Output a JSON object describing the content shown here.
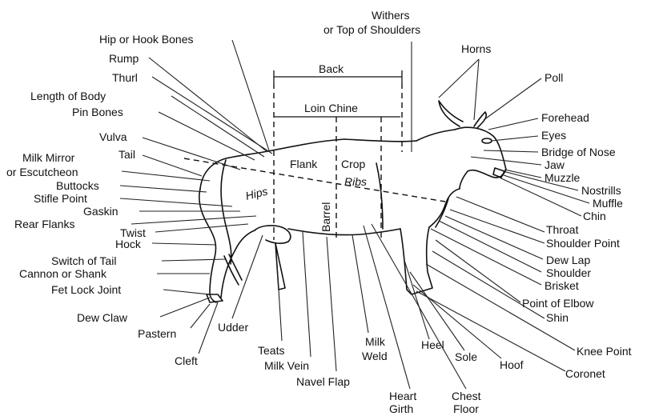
{
  "diagram": {
    "colors": {
      "ink": "#111111",
      "background": "#ffffff"
    },
    "measure_labels": {
      "back": "Back",
      "loin_chine": "Loin  Chine"
    },
    "body_labels": {
      "flank": "Flank",
      "crop": "Crop",
      "ribs": "Ribs",
      "hips": "Hips",
      "barrel": "Barrel"
    },
    "parts": {
      "withers_1": "Withers",
      "withers_2": "or Top of Shoulders",
      "hip_or_hook_bones": "Hip or Hook Bones",
      "rump": "Rump",
      "thurl": "Thurl",
      "length_of_body": "Length of Body",
      "pin_bones": "Pin Bones",
      "vulva": "Vulva",
      "milk_mirror_1": "Milk Mirror",
      "milk_mirror_2": "or Escutcheon",
      "tail": "Tail",
      "buttocks": "Buttocks",
      "stifle_point": "Stifle Point",
      "gaskin": "Gaskin",
      "rear_flanks": "Rear Flanks",
      "twist": "Twist",
      "hock": "Hock",
      "switch_of_tail": "Switch of Tail",
      "cannon_or_shank": "Cannon or Shank",
      "fet_lock_joint": "Fet Lock Joint",
      "dew_claw": "Dew Claw",
      "pastern": "Pastern",
      "cleft": "Cleft",
      "udder": "Udder",
      "teats": "Teats",
      "milk_vein": "Milk Vein",
      "navel_flap": "Navel Flap",
      "milk_weld_1": "Milk",
      "milk_weld_2": "Weld",
      "heart_girth_1": "Heart",
      "heart_girth_2": "Girth",
      "chest_floor_1": "Chest",
      "chest_floor_2": "Floor",
      "heel": "Heel",
      "sole": "Sole",
      "hoof": "Hoof",
      "coronet": "Coronet",
      "knee_point": "Knee Point",
      "shin": "Shin",
      "point_of_elbow": "Point of Elbow",
      "brisket": "Brisket",
      "shoulder": "Shoulder",
      "dew_lap": "Dew Lap",
      "shoulder_point": "Shoulder Point",
      "throat": "Throat",
      "chin": "Chin",
      "muffle": "Muffle",
      "nostrills": "Nostrills",
      "muzzle": "Muzzle",
      "jaw": "Jaw",
      "bridge_of_nose": "Bridge of Nose",
      "eyes": "Eyes",
      "forehead": "Forehead",
      "poll": "Poll",
      "horns": "Horns"
    }
  }
}
